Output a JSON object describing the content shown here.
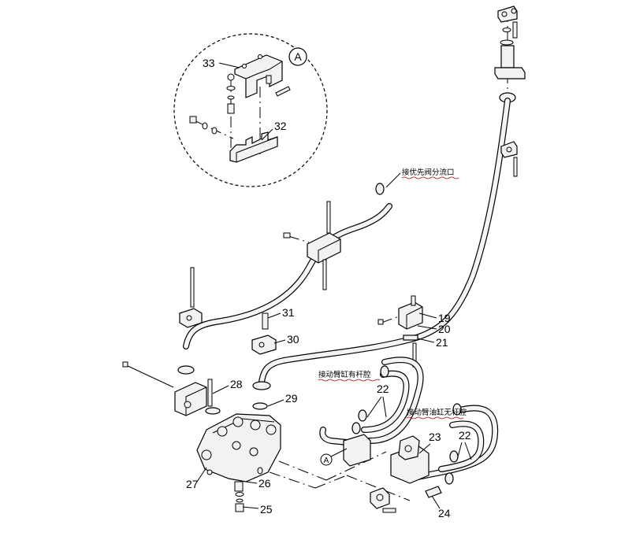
{
  "detail": {
    "marker": "A",
    "labels": [
      "33",
      "32"
    ]
  },
  "callouts": [
    "19",
    "20",
    "21",
    "22",
    "22",
    "23",
    "24",
    "25",
    "26",
    "27",
    "28",
    "29",
    "30",
    "31"
  ],
  "chinese_notes": [
    "接优先阀分流口",
    "接动臂缸有杆腔",
    "接动臂油缸无杆腔"
  ],
  "section_marker": "A"
}
